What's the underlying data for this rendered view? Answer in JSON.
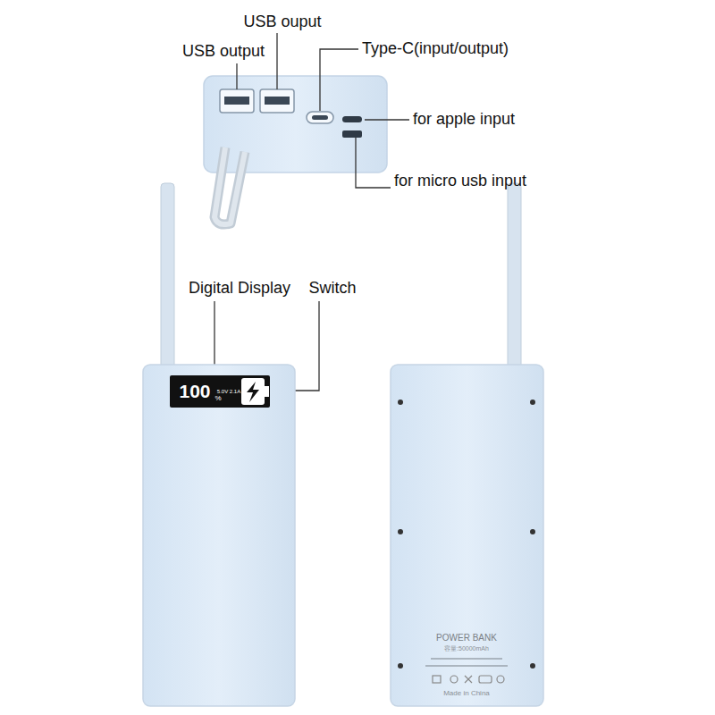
{
  "diagram": {
    "labels": [
      "USB ouput",
      "USB output",
      "Type-C(input/output)",
      "for apple input",
      "for micro usb input",
      "Digital Display",
      "Switch",
      "100",
      "%",
      "5.0V 2.1A",
      "POWER BANK",
      "容量:50000mAh",
      "Made in China"
    ]
  }
}
